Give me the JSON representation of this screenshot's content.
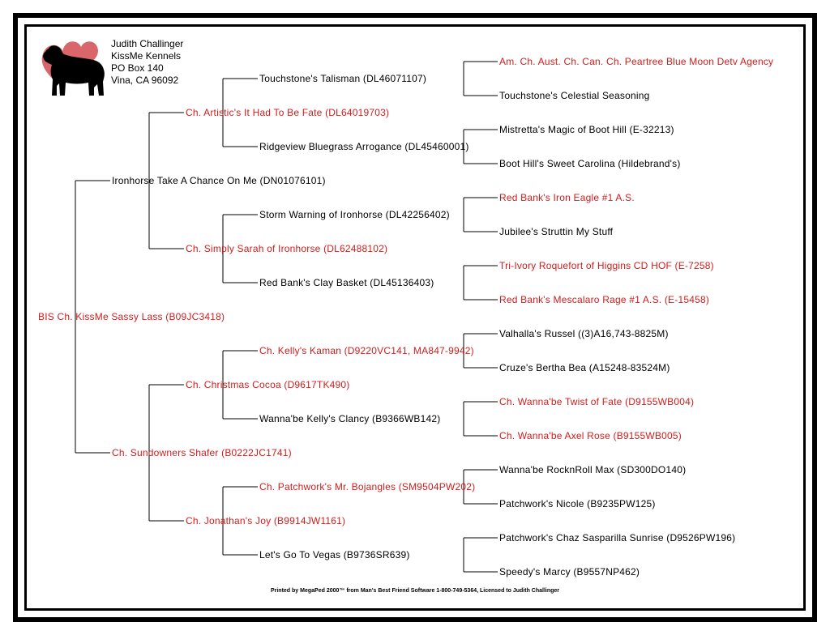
{
  "kennel": {
    "lines": [
      "Judith Challinger",
      "KissMe Kennels",
      "PO Box 140",
      "Vina, CA 96092"
    ]
  },
  "logo": {
    "icon": "dog-silhouette-with-hearts-icon",
    "heart_color": "#d9666b",
    "dog_color": "#000000"
  },
  "colors": {
    "titled": "#d21c1c",
    "untitled": "#000000",
    "lines": "#000000"
  },
  "pedigree": {
    "gen1": [
      {
        "name": "BIS Ch. KissMe Sassy Lass (B09JC3418)",
        "titled": true
      }
    ],
    "gen2": [
      {
        "name": "Ironhorse Take A Chance On Me (DN01076101)",
        "titled": false
      },
      {
        "name": "Ch. Sundowners Shafer (B0222JC1741)",
        "titled": true
      }
    ],
    "gen3": [
      {
        "name": "Ch. Artistic's It Had To Be Fate (DL64019703)",
        "titled": true
      },
      {
        "name": "Ch. Simply Sarah of Ironhorse (DL62488102)",
        "titled": true
      },
      {
        "name": "Ch. Christmas Cocoa (D9617TK490)",
        "titled": true
      },
      {
        "name": "Ch. Jonathan's Joy (B9914JW1161)",
        "titled": true
      }
    ],
    "gen4": [
      {
        "name": "Touchstone's Talisman (DL46071107)",
        "titled": false
      },
      {
        "name": "Ridgeview Bluegrass Arrogance (DL45460001)",
        "titled": false
      },
      {
        "name": "Storm Warning of Ironhorse (DL42256402)",
        "titled": false
      },
      {
        "name": "Red Bank's Clay Basket (DL45136403)",
        "titled": false
      },
      {
        "name": "Ch. Kelly's Kaman (D9220VC141, MA847-9942)",
        "titled": true
      },
      {
        "name": "Wanna'be Kelly's Clancy (B9366WB142)",
        "titled": false
      },
      {
        "name": "Ch. Patchwork's Mr. Bojangles (SM9504PW202)",
        "titled": true
      },
      {
        "name": "Let's Go To Vegas (B9736SR639)",
        "titled": false
      }
    ],
    "gen5": [
      {
        "name": "Am. Ch. Aust. Ch. Can. Ch. Peartree Blue Moon Detv Agency",
        "titled": true
      },
      {
        "name": "Touchstone's Celestial Seasoning",
        "titled": false
      },
      {
        "name": "Mistretta's Magic of Boot Hill (E-32213)",
        "titled": false
      },
      {
        "name": "Boot Hill's Sweet Carolina (Hildebrand's)",
        "titled": false
      },
      {
        "name": "Red Bank's Iron Eagle #1 A.S.",
        "titled": true
      },
      {
        "name": "Jubilee's Struttin My Stuff",
        "titled": false
      },
      {
        "name": "Tri-Ivory Roquefort of Higgins CD HOF (E-7258)",
        "titled": true
      },
      {
        "name": "Red Bank's Mescalaro Rage #1 A.S. (E-15458)",
        "titled": true
      },
      {
        "name": "Valhalla's Russel ((3)A16,743-8825M)",
        "titled": false
      },
      {
        "name": "Cruze's Bertha Bea (A15248-83524M)",
        "titled": false
      },
      {
        "name": "Ch. Wanna'be Twist of Fate (D9155WB004)",
        "titled": true
      },
      {
        "name": "Ch. Wanna'be Axel Rose (B9155WB005)",
        "titled": true
      },
      {
        "name": "Wanna'be RocknRoll Max (SD300DO140)",
        "titled": false
      },
      {
        "name": "Patchwork's Nicole (B9235PW125)",
        "titled": false
      },
      {
        "name": "Patchwork's Chaz Sasparilla Sunrise (D9526PW196)",
        "titled": false
      },
      {
        "name": "Speedy's Marcy (B9557NP462)",
        "titled": false
      }
    ]
  },
  "footer": "Printed by MegaPed 2000™ from Man's Best Friend Software 1-800-749-5364, Licensed to Judith Challinger"
}
